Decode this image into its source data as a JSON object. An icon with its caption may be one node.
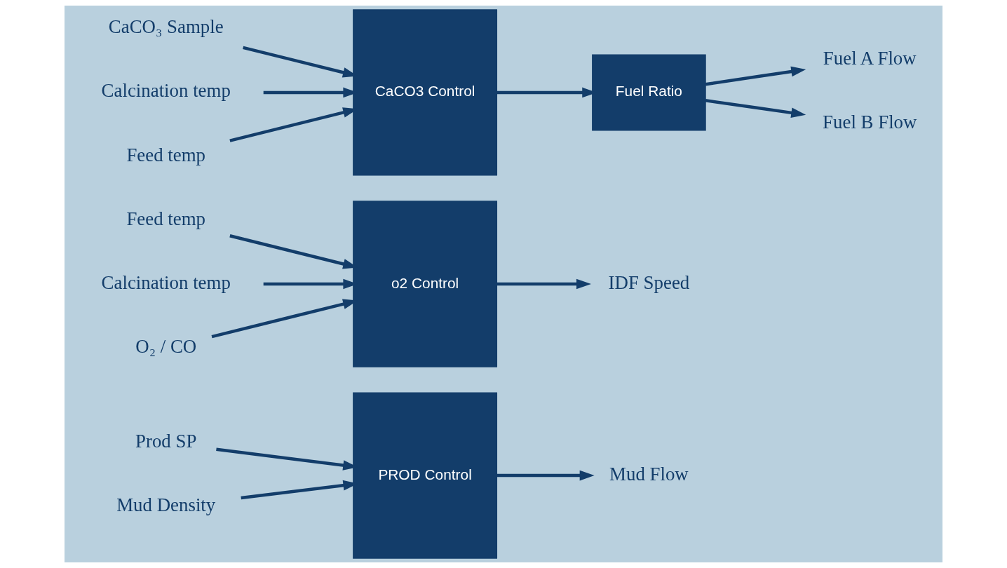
{
  "diagram": {
    "nodes": [
      {
        "text": [
          "Prod SP"
        ]
      },
      {
        "text": [
          "Mud Density"
        ]
      },
      {
        "text": [
          "PROD Control"
        ]
      },
      {
        "text": [
          "Mud Flow"
        ]
      },
      {
        "text": [
          "Feed temp"
        ]
      },
      {
        "text": [
          "Calcination temp"
        ]
      },
      {
        "text": [
          "O₂ / CO"
        ]
      },
      {
        "text": [
          "o2 Control"
        ]
      },
      {
        "text": [
          "IDF Speed"
        ]
      },
      {
        "text": [
          "CaCO₃ Sample"
        ]
      },
      {
        "text": [
          "Calcination temp"
        ]
      },
      {
        "text": [
          "Feed temp"
        ]
      },
      {
        "text": [
          "CaCO3 Control"
        ]
      },
      {
        "text": [
          "Fuel Ratio"
        ]
      },
      {
        "text": [
          "Fuel A Flow"
        ]
      },
      {
        "text": [
          "Fuel B Flow"
        ]
      }
    ],
    "edges": [
      {
        "from": 0,
        "to": 2,
        "arrow": "to"
      },
      {
        "from": 1,
        "to": 2,
        "arrow": "to"
      },
      {
        "from": 2,
        "to": 3,
        "arrow": "to"
      },
      {
        "from": 4,
        "to": 7,
        "arrow": "to"
      },
      {
        "from": 5,
        "to": 7,
        "arrow": "to"
      },
      {
        "from": 6,
        "to": 7,
        "arrow": "to"
      },
      {
        "from": 7,
        "to": 8,
        "arrow": "to"
      },
      {
        "from": 9,
        "to": 12,
        "arrow": "to"
      },
      {
        "from": 10,
        "to": 12,
        "arrow": "to"
      },
      {
        "from": 11,
        "to": 12,
        "arrow": "to"
      },
      {
        "from": 12,
        "to": 13,
        "arrow": "to"
      },
      {
        "from": 13,
        "to": 14,
        "arrow": "to"
      },
      {
        "from": 13,
        "to": 15,
        "arrow": "to"
      }
    ]
  }
}
